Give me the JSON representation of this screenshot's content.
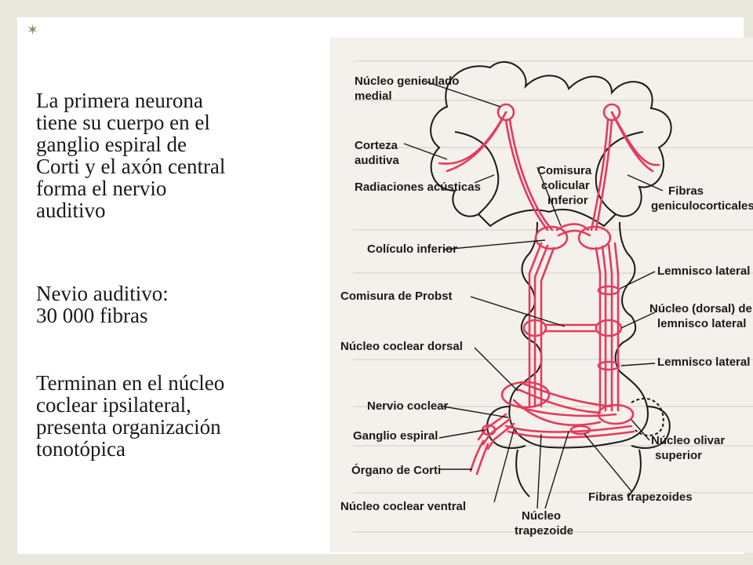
{
  "slide": {
    "paragraph_1": [
      "La primera neurona",
      "tiene su cuerpo en el",
      "ganglio espiral de",
      "Corti y el axón central",
      "forma el nervio",
      "auditivo"
    ],
    "paragraph_2": [
      "Nevio auditivo:",
      "30 000 fibras"
    ],
    "paragraph_3": [
      "Terminan en el núcleo",
      "coclear ipsilateral,",
      "presenta organización",
      "tonotópica"
    ]
  },
  "diagram": {
    "labels": {
      "nucleo_geniculado_medial_1": "Núcleo geniculado",
      "nucleo_geniculado_medial_2": "medial",
      "corteza_auditiva_1": "Corteza",
      "corteza_auditiva_2": "auditiva",
      "radiaciones_acusticas": "Radiaciones acústicas",
      "comisura_colicular_1": "Comisura",
      "comisura_colicular_2": "colicular",
      "comisura_colicular_3": "inferior",
      "fibras_geniculocorticales_1": "Fibras",
      "fibras_geniculocorticales_2": "geniculocorticales",
      "coliculo_inferior": "Colículo inferior",
      "lemnisco_lateral_1": "Lemnisco lateral",
      "comisura_probst": "Comisura de Probst",
      "nucleo_dorsal_1": "Núcleo (dorsal) de",
      "nucleo_dorsal_2": "lemnisco lateral",
      "nucleo_coclear_dorsal": "Núcleo coclear dorsal",
      "lemnisco_lateral_2": "Lemnisco lateral",
      "nervio_coclear": "Nervio coclear",
      "ganglio_espiral": "Ganglio espiral",
      "nucleo_olivar_1": "Núcleo olivar",
      "nucleo_olivar_2": "superior",
      "organo_corti": "Órgano de Corti",
      "fibras_trapezoides": "Fibras trapezoides",
      "nucleo_coclear_ventral": "Núcleo coclear ventral",
      "nucleo_trapezoide_1": "Núcleo",
      "nucleo_trapezoide_2": "trapezoide"
    },
    "colors": {
      "pathway": "#e63a5c",
      "outline": "#1a1a1a",
      "paper": "#f4f1ec"
    }
  }
}
